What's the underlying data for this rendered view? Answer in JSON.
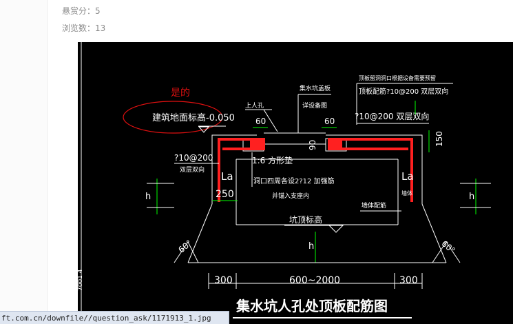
{
  "page": {
    "bounty_label": "悬赏分：5",
    "views_label": "浏览数：13"
  },
  "drawing": {
    "annotation_red": "是的",
    "floor_elevation": "建筑地面标高-0.050",
    "manhole": "上人孔",
    "pit_cover_1": "集水坑盖板",
    "pit_cover_2": "详设备图",
    "top_note_1": "顶板留洞洞口根据设备需要预留",
    "top_note_2": "顶板配筋?10@200 双层双向",
    "rebar_right": "?10@200 双层双向",
    "rebar_left": "?10@200",
    "rebar_left_sub": "双层双向",
    "dim_60_left": "60",
    "dim_60_right": "60",
    "dim_90": "90",
    "dim_150": "150",
    "dim_250": "250",
    "slope_ratio": "1:6 方形垫",
    "opening_rebar": "洞口四周各设2?12 加强筋",
    "anchor_note": "并锚入支座内",
    "la_left": "La",
    "la_right": "La",
    "wall_note": "墙体",
    "wall_rebar": "墙体配筋",
    "pit_top_elev": "坑顶标高",
    "h_left": "h",
    "h_mid": "h",
    "h_right": "h",
    "angle_left": "60°",
    "angle_right": "60°",
    "dim_bottom_left": "300",
    "dim_bottom_mid": "600~2000",
    "dim_bottom_right": "300",
    "side_code": "7001 4",
    "title": "集水坑人孔处顶板配筋图"
  },
  "statusbar": {
    "url": "ft.com.cn/downfile//question_ask/1171913_1.jpg"
  },
  "colors": {
    "cad_background": "#000000",
    "cad_line": "#ffffff",
    "cad_dim": "#00ff00",
    "cad_rebar": "#ff2020",
    "annotation": "#e01010"
  }
}
